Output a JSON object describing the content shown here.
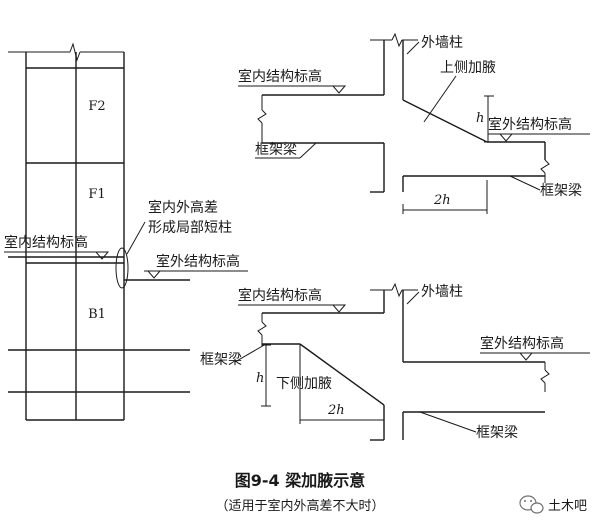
{
  "left_section": {
    "floors": [
      "F2",
      "F1",
      "B1"
    ],
    "indoor_level_label": "室内结构标高",
    "short_column_note": [
      "室内外高差",
      "形成局部短柱"
    ],
    "outdoor_level_label": "室外结构标高"
  },
  "top_detail": {
    "exterior_column_label": "外墙柱",
    "indoor_level_label": "室内结构标高",
    "haunch_label": "上侧加腋",
    "outdoor_level_label": "室外结构标高",
    "frame_beam_left_label": "框架梁",
    "frame_beam_right_label": "框架梁",
    "h_label": "h",
    "two_h_label": "2h"
  },
  "bottom_detail": {
    "indoor_level_label": "室内结构标高",
    "exterior_column_label": "外墙柱",
    "outdoor_level_label": "室外结构标高",
    "frame_beam_left_label": "框架梁",
    "haunch_label": "下侧加腋",
    "frame_beam_right_label": "框架梁",
    "h_label": "h",
    "two_h_label": "2h"
  },
  "caption": {
    "title": "图9-4 梁加腋示意",
    "subtitle": "（适用于室内外高差不大时）"
  },
  "watermark": {
    "icon": "wechat-icon",
    "text": "土木吧"
  }
}
